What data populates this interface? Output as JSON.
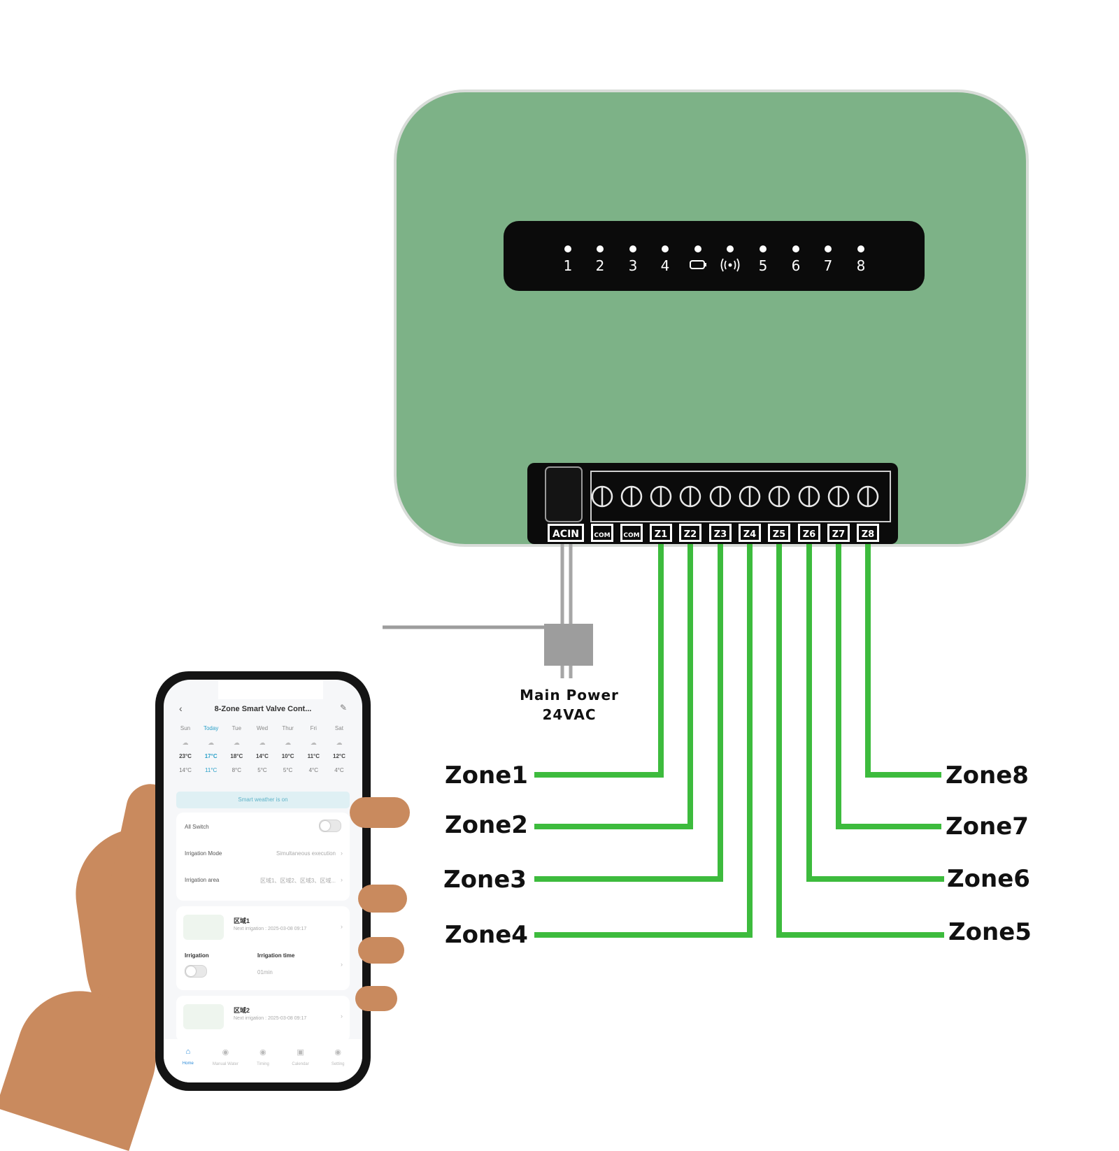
{
  "controller": {
    "body_color": "#7db287",
    "led_labels": [
      "1",
      "2",
      "3",
      "4",
      "5",
      "6",
      "7",
      "8"
    ],
    "led_icons": [
      "battery-icon",
      "wireless-signal-icon"
    ],
    "terminals": [
      "ACIN",
      "COM",
      "COM",
      "Z1",
      "Z2",
      "Z3",
      "Z4",
      "Z5",
      "Z6",
      "Z7",
      "Z8"
    ]
  },
  "wire_color": "#3dbb3d",
  "power": {
    "line1": "Main Power",
    "line2": "24VAC"
  },
  "zones": {
    "left": [
      "Zone1",
      "Zone2",
      "Zone3",
      "Zone4"
    ],
    "right": [
      "Zone8",
      "Zone7",
      "Zone6",
      "Zone5"
    ]
  },
  "app": {
    "title": "8-Zone Smart Valve Cont...",
    "forecast": [
      {
        "day": "Sun",
        "high": "23°C",
        "low": "14°C"
      },
      {
        "day": "Today",
        "high": "17°C",
        "low": "11°C"
      },
      {
        "day": "Tue",
        "high": "18°C",
        "low": "8°C"
      },
      {
        "day": "Wed",
        "high": "14°C",
        "low": "5°C"
      },
      {
        "day": "Thur",
        "high": "10°C",
        "low": "5°C"
      },
      {
        "day": "Fri",
        "high": "11°C",
        "low": "4°C"
      },
      {
        "day": "Sat",
        "high": "12°C",
        "low": "4°C"
      }
    ],
    "banner": "Smart weather is on",
    "all_switch": "All Switch",
    "irrigation_mode_label": "Irrigation Mode",
    "irrigation_mode_value": "Simultaneous execution",
    "irrigation_area_label": "Irrigation area",
    "irrigation_area_value": "区域1、区域2、区域3、区域...",
    "areas": [
      {
        "name": "区域1",
        "next": "Next irrigation : 2025-03-08 09:17"
      },
      {
        "name": "区域2",
        "next": "Next irrigation : 2025-03-08 09:17"
      }
    ],
    "irrigation_label": "Irrigation",
    "irrigation_time_label": "Irrigation time",
    "irrigation_time_value": "01min",
    "tabs": [
      "Home",
      "Manual Water",
      "Timing",
      "Calendar",
      "Setting"
    ]
  }
}
